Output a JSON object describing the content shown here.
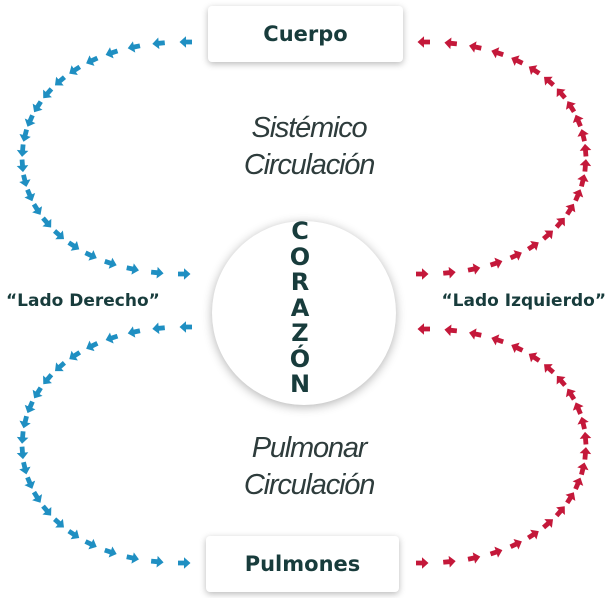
{
  "nodes": {
    "top_box": "Cuerpo",
    "bottom_box": "Pulmones"
  },
  "sections": {
    "top": [
      "Sistémico",
      "Circulación"
    ],
    "bottom": [
      "Pulmonar",
      "Circulación"
    ]
  },
  "sides": {
    "left": "“Lado Derecho”",
    "right": "“Lado Izquierdo”"
  },
  "center": {
    "letters": [
      "C",
      "O",
      "R",
      "A",
      "Z",
      "Ó",
      "N"
    ]
  },
  "colors": {
    "deoxygenated_blue": "#1f8fc2",
    "oxygenated_red": "#c4183a",
    "text_dark": "#183c3c"
  }
}
